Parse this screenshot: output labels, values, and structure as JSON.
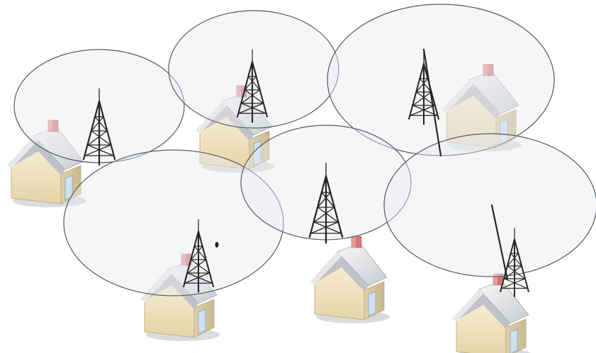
{
  "diagram": {
    "type": "cellular-coverage-illustration",
    "colors": {
      "cell_fill": "#e9ecef",
      "cell_stroke": "#555a5e",
      "tower": "#262626",
      "house_wall": "#efe1bf",
      "house_wall_shade": "#d8c79c",
      "roof": "#d7d9dc",
      "roof_light": "#f4f5f6",
      "chimney": "#d8767a",
      "door": "#cfe0f0",
      "shadow": "#d9dcdf"
    },
    "cells": [
      {
        "name": "cell-1"
      },
      {
        "name": "cell-2"
      },
      {
        "name": "cell-3"
      },
      {
        "name": "cell-4"
      },
      {
        "name": "cell-5"
      },
      {
        "name": "cell-6"
      }
    ],
    "towers": [
      {
        "name": "tower-1"
      },
      {
        "name": "tower-2"
      },
      {
        "name": "tower-3"
      },
      {
        "name": "tower-4"
      },
      {
        "name": "tower-5"
      },
      {
        "name": "tower-6"
      }
    ],
    "houses": [
      {
        "name": "house-1"
      },
      {
        "name": "house-2"
      },
      {
        "name": "house-3"
      },
      {
        "name": "house-4"
      },
      {
        "name": "house-5"
      },
      {
        "name": "house-6"
      }
    ]
  }
}
